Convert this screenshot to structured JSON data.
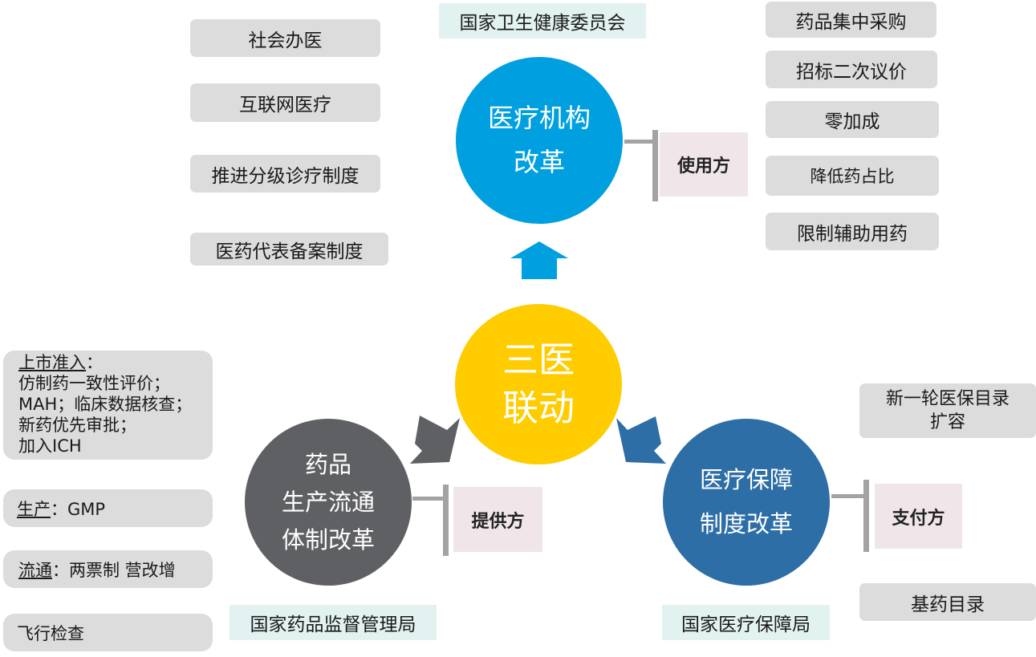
{
  "center": {
    "line1": "三医",
    "line2": "联动"
  },
  "top_circle": {
    "line1": "医疗机构",
    "line2": "改革",
    "agency": "国家卫生健康委员会",
    "role": "使用方",
    "left_items": [
      "社会办医",
      "互联网医疗",
      "推进分级诊疗制度",
      "医药代表备案制度"
    ],
    "right_items": [
      "药品集中采购",
      "招标二次议价",
      "零加成",
      "降低药占比",
      "限制辅助用药"
    ]
  },
  "left_circle": {
    "line1": "药品",
    "line2": "生产流通",
    "line3": "体制改革",
    "agency": "国家药品监督管理局",
    "role": "提供方",
    "box1": {
      "head": "上市准入",
      "sep": "：",
      "lines": [
        "仿制药一致性评价；",
        "MAH；临床数据核查；",
        "新药优先审批；",
        "加入ICH"
      ]
    },
    "box2": {
      "head": "生产",
      "rest": "：GMP"
    },
    "box3": {
      "head": "流通",
      "rest": "：两票制 营改增"
    },
    "box4": "飞行检查"
  },
  "right_circle": {
    "line1": "医疗保障",
    "line2": "制度改革",
    "agency": "国家医疗保障局",
    "role": "支付方",
    "box1_line1": "新一轮医保目录",
    "box1_line2": "扩容",
    "box2": "基药目录"
  },
  "colors": {
    "top": "#00a0e0",
    "center": "#ffcc00",
    "left": "#5f6063",
    "right": "#2d6ea6",
    "box": "#dcdcdd"
  }
}
